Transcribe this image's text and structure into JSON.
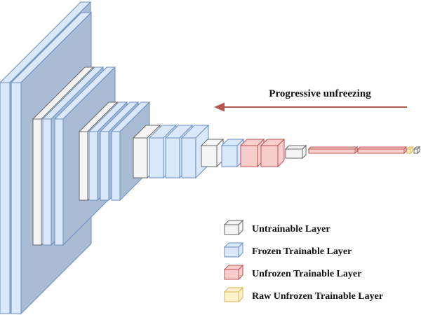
{
  "arrow": {
    "label": "Progressive unfreezing",
    "color": "#b85450"
  },
  "legend": {
    "items": [
      {
        "label": "Untrainable Layer",
        "kind": "untrainable"
      },
      {
        "label": "Frozen Trainable Layer",
        "kind": "frozen"
      },
      {
        "label": "Unfrozen Trainable Layer",
        "kind": "unfrozen"
      },
      {
        "label": "Raw Unfrozen Trainable Layer",
        "kind": "raw"
      }
    ]
  },
  "colors": {
    "untrainable": {
      "fill": "#f5f5f5",
      "stroke": "#666666"
    },
    "frozen": {
      "fill": "#dae8fc",
      "stroke": "#6c8ebf"
    },
    "unfrozen": {
      "fill": "#f8cecc",
      "stroke": "#b85450"
    },
    "raw": {
      "fill": "#fff2cc",
      "stroke": "#d6b656"
    }
  }
}
